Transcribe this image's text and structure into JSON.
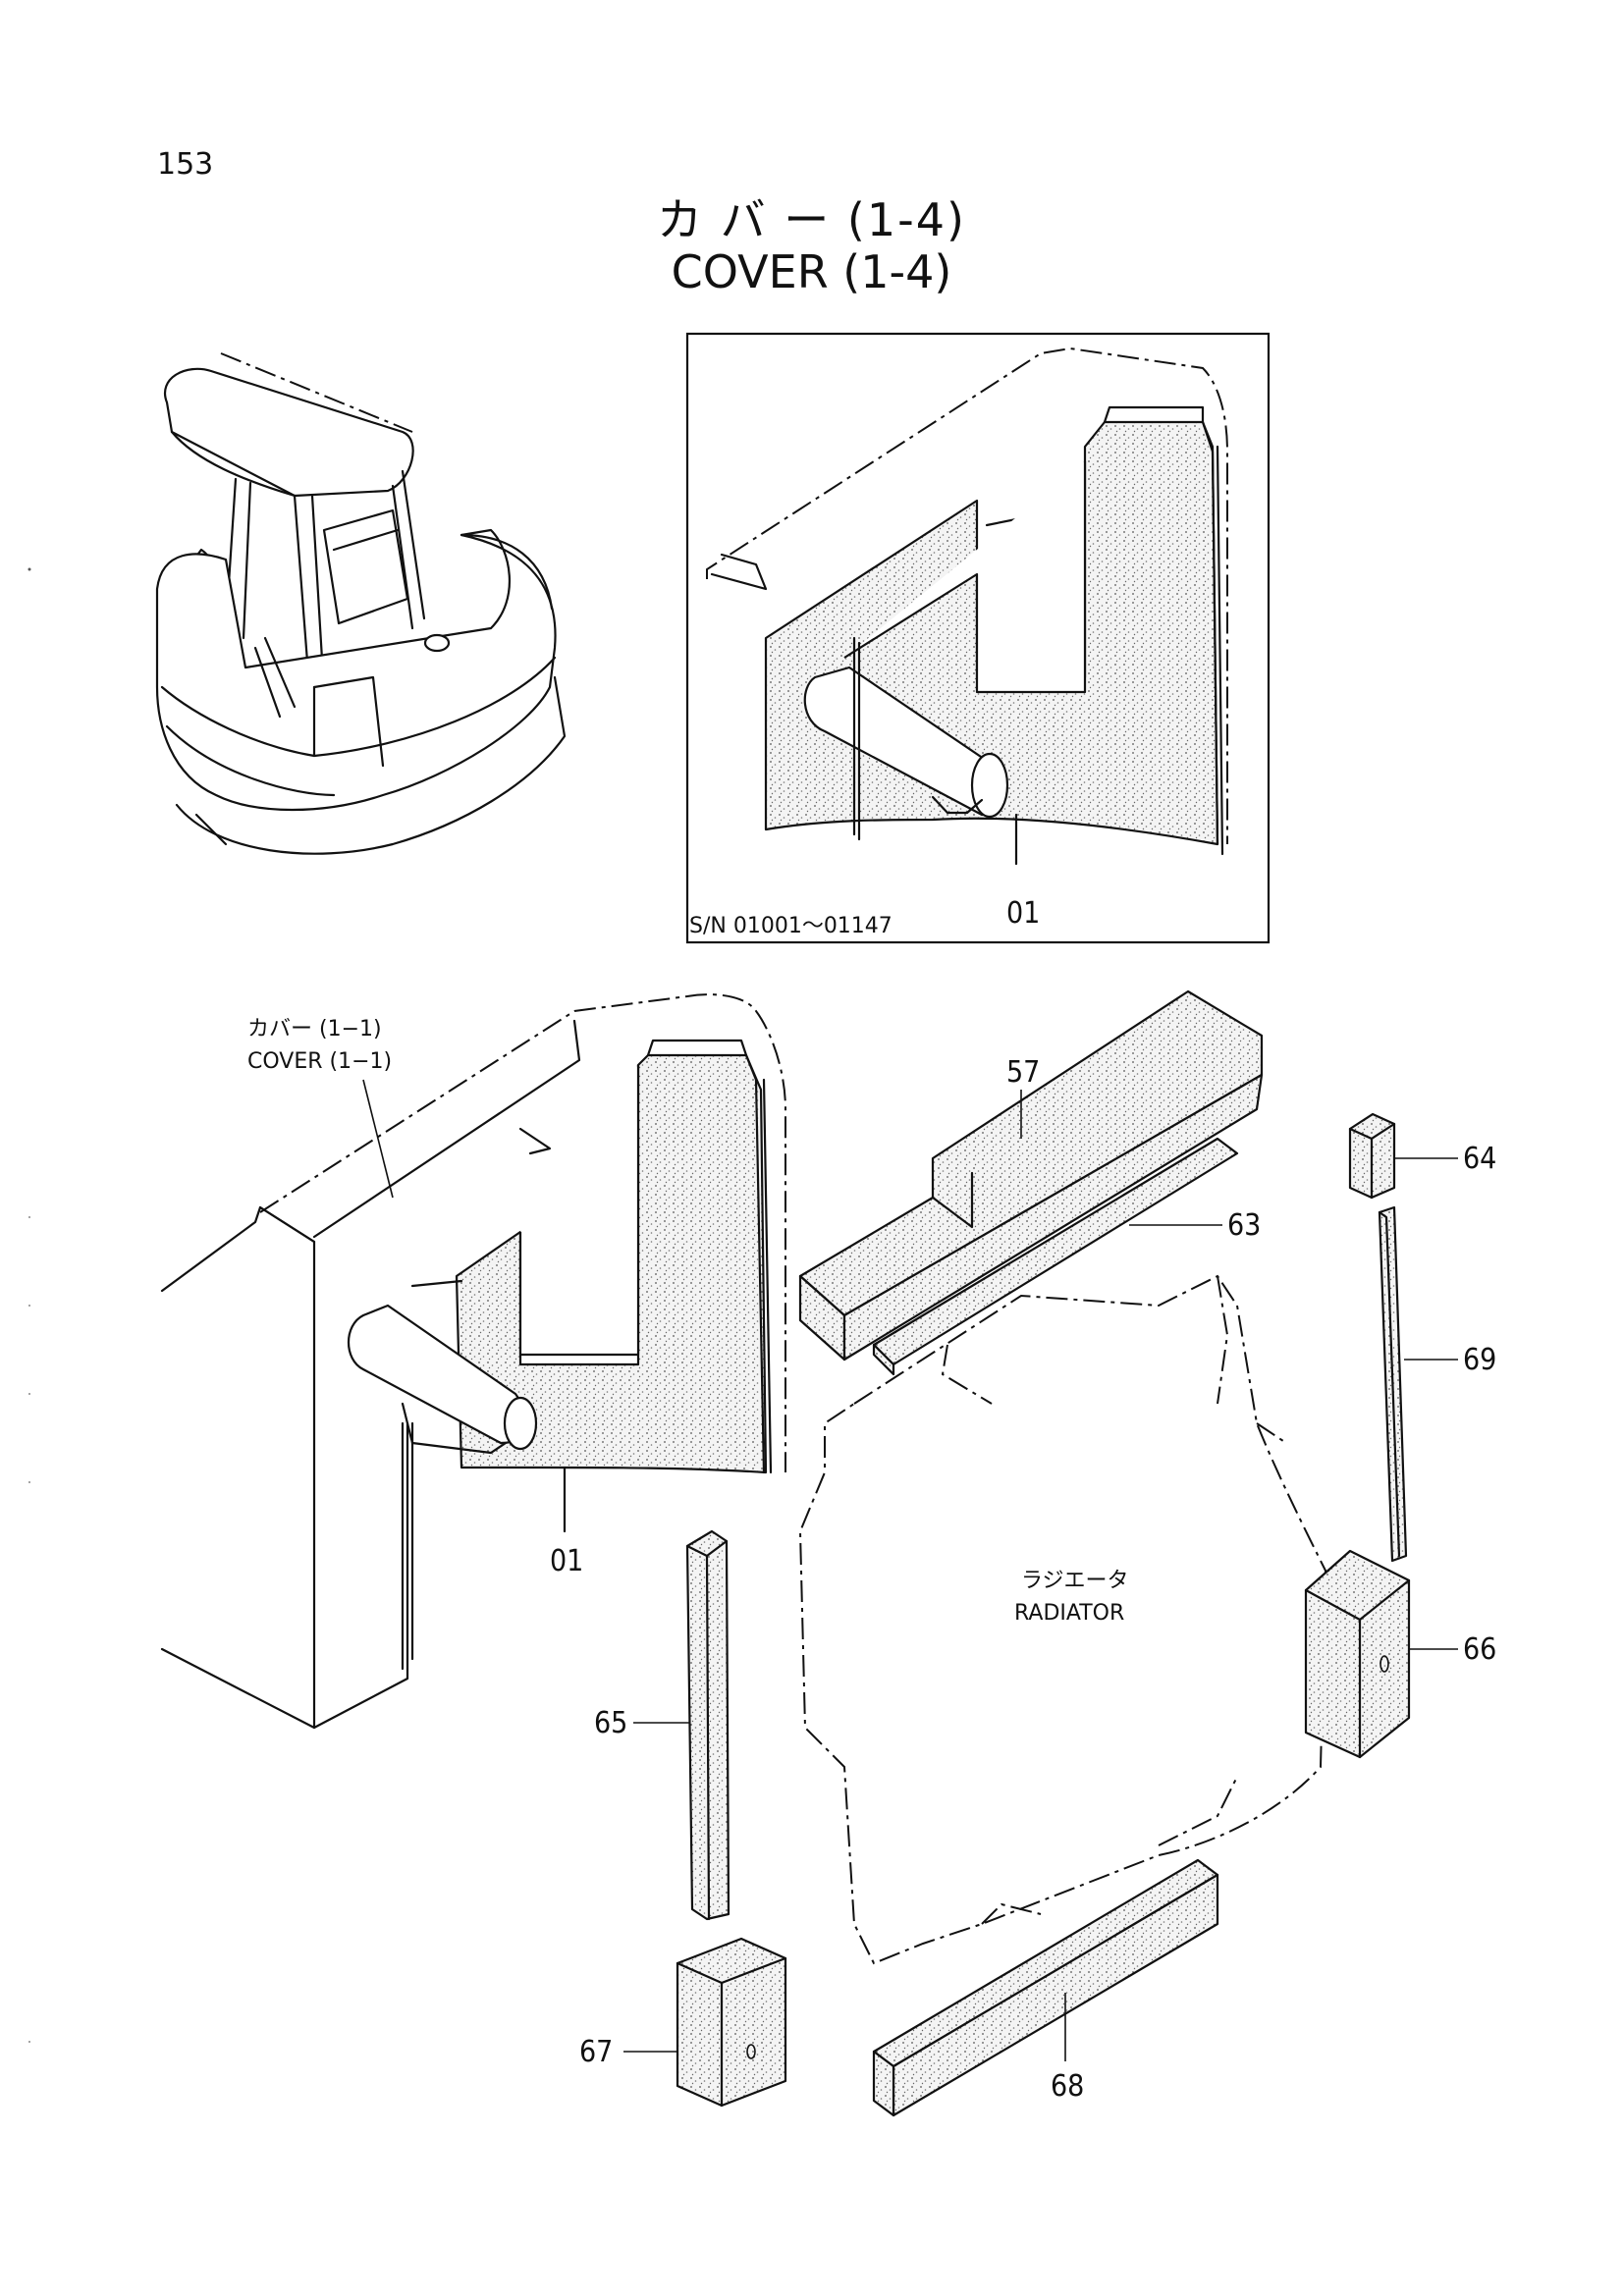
{
  "page": {
    "number": "153",
    "title_jp": "カ バ ー (1-4)",
    "title_en": "COVER (1-4)"
  },
  "inset": {
    "serial_range": "S/N 01001～01147",
    "part_label": "01"
  },
  "references": {
    "cover_jp": "カバー (1−1)",
    "cover_en": "COVER (1−1)",
    "radiator_jp": "ラジエータ",
    "radiator_en": "RADIATOR"
  },
  "parts": [
    "01",
    "57",
    "63",
    "64",
    "65",
    "66",
    "67",
    "68",
    "69"
  ]
}
